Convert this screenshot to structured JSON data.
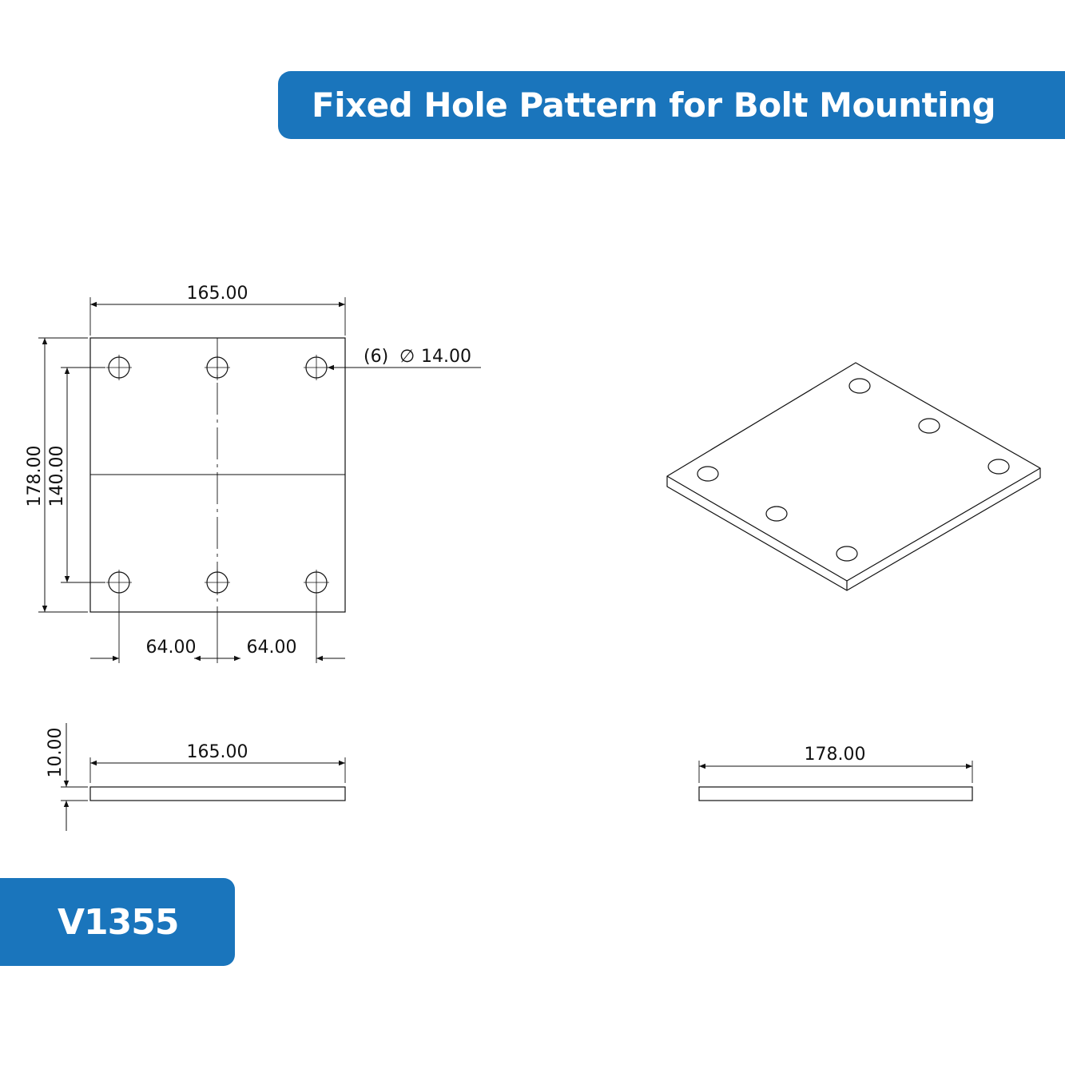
{
  "title": "Fixed Hole Pattern for Bolt Mounting",
  "product_code": "V1355",
  "colors": {
    "accent": "#1a75bc",
    "line": "#111111",
    "background": "#ffffff"
  },
  "front_view": {
    "overall_width": "165.00",
    "overall_height": "178.00",
    "hole_pitch_vertical": "140.00",
    "hole_pitch_left": "64.00",
    "hole_pitch_right": "64.00",
    "hole_callout_count": "(6)",
    "hole_callout_symbol": "∅",
    "hole_callout_diameter": "14.00"
  },
  "side_view_bottom": {
    "width": "165.00",
    "thickness": "10.00"
  },
  "side_view_right": {
    "width": "178.00"
  }
}
